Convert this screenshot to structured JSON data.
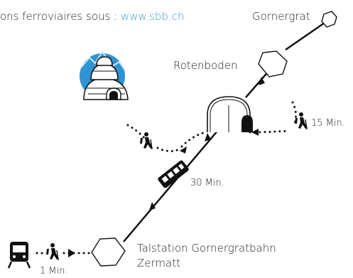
{
  "header": {
    "prefix": "ons ferroviaires sous : ",
    "link": "www.sbb.ch"
  },
  "stations": {
    "gornergrat": "Gornergrat",
    "rotenboden": "Rotenboden",
    "talstation": "Talstation Gornergratbahn",
    "zermatt": "Zermatt"
  },
  "durations": {
    "train": "30 Min.",
    "walk_right": "15 Min.",
    "walk_start": "1 Min."
  },
  "colors": {
    "line": "#111111",
    "link": "#3a9bd0",
    "igloo_bg": "#2f94d4"
  },
  "icons": [
    "train-icon",
    "hiker-icon",
    "cable-railway-car-icon",
    "tunnel-icon",
    "igloo-icon",
    "station-hexagon-icon"
  ]
}
